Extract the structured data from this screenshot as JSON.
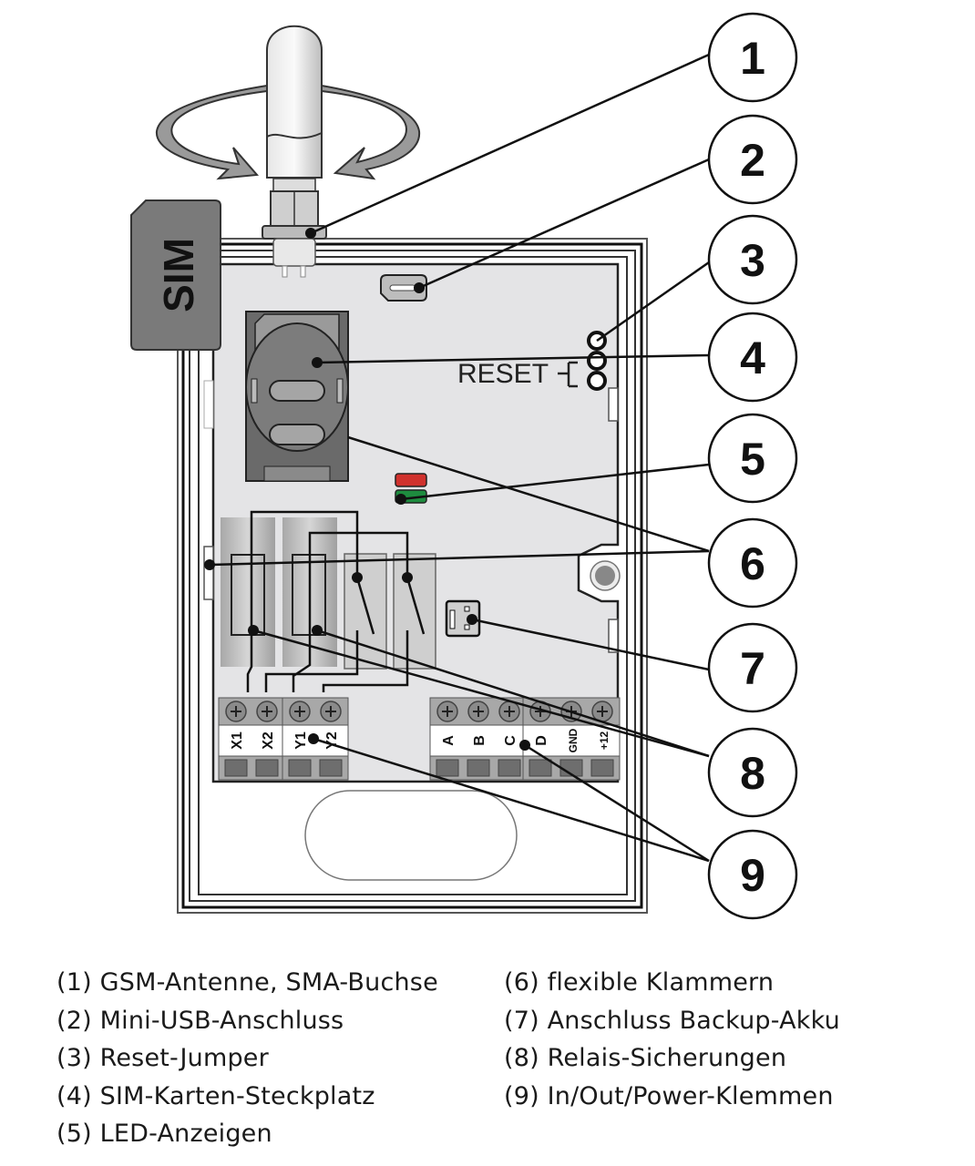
{
  "diagram": {
    "sim_card_label": "SIM",
    "reset_label": "RESET",
    "terminals_left": [
      "X1",
      "X2",
      "Y1",
      "Y2"
    ],
    "terminals_right": [
      "A",
      "B",
      "C",
      "D",
      "GND",
      "+12"
    ],
    "colors": {
      "led_red": "#d0312d",
      "led_green": "#1e8c3f",
      "board": "#e4e4e6",
      "line": "#111111"
    }
  },
  "callouts": [
    {
      "number": "1",
      "label": "(1) GSM-Antenne, SMA-Buchse"
    },
    {
      "number": "2",
      "label": "(2) Mini-USB-Anschluss"
    },
    {
      "number": "3",
      "label": "(3) Reset-Jumper"
    },
    {
      "number": "4",
      "label": "(4) SIM-Karten-Steckplatz"
    },
    {
      "number": "5",
      "label": "(5) LED-Anzeigen"
    },
    {
      "number": "6",
      "label": "(6) flexible Klammern"
    },
    {
      "number": "7",
      "label": "(7) Anschluss Backup-Akku"
    },
    {
      "number": "8",
      "label": "(8) Relais-Sicherungen"
    },
    {
      "number": "9",
      "label": "(9) In/Out/Power-Klemmen"
    }
  ]
}
